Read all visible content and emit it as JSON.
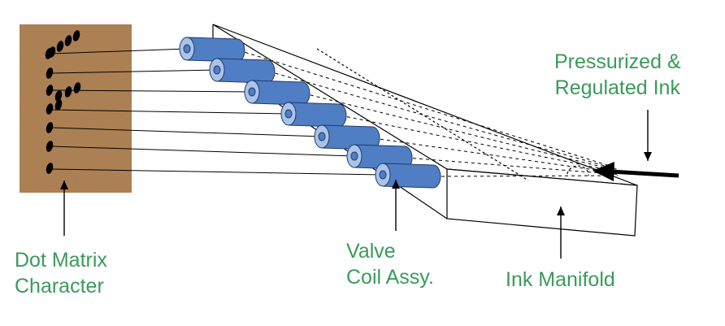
{
  "labels": {
    "dot_matrix": [
      "Dot Matrix",
      "Character"
    ],
    "valve": [
      "Valve",
      "Coil Assy."
    ],
    "manifold": "Ink Manifold",
    "ink": [
      "Pressurized &",
      "Regulated Ink"
    ]
  },
  "colors": {
    "label_text": "#3a9a5b",
    "paper": "#a8784a",
    "coil_body": "#4f7ec4",
    "coil_face": "#a9c4e8",
    "ink_dot": "#000000",
    "line": "#000000"
  },
  "icons": {
    "paper": "textured-paper",
    "coil": "cylinder",
    "arrow": "arrow"
  }
}
